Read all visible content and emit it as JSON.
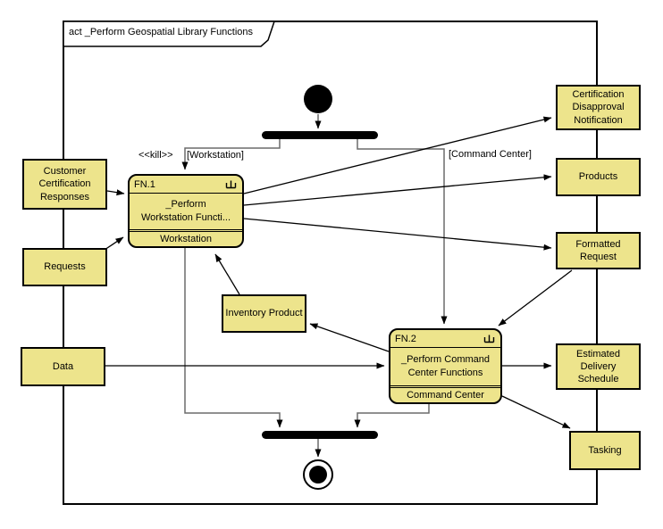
{
  "diagram": {
    "title": "act _Perform Geospatial Library Functions",
    "labels": {
      "kill": "<<kill>>",
      "workstation_guard": "[Workstation]",
      "command_center_guard": "[Command Center]"
    },
    "actions": {
      "fn1": {
        "id": "FN.1",
        "name": "_Perform\nWorkstation Functi...",
        "allocation": "Workstation"
      },
      "fn2": {
        "id": "FN.2",
        "name": "_Perform Command\nCenter Functions",
        "allocation": "Command Center"
      }
    },
    "objects": {
      "customer_certification_responses": {
        "label": "Customer Certification Responses"
      },
      "requests": {
        "label": "Requests"
      },
      "data": {
        "label": "Data"
      },
      "inventory_product": {
        "label": "Inventory Product"
      },
      "certification_disapproval_notification": {
        "label": "Certification Disapproval Notification"
      },
      "products": {
        "label": "Products"
      },
      "formatted_request": {
        "label": "Formatted Request"
      },
      "estimated_delivery_schedule": {
        "label": "Estimated Delivery Schedule"
      },
      "tasking": {
        "label": "Tasking"
      }
    },
    "colors": {
      "node_fill": "#EDE48C",
      "node_border": "#000000",
      "control_flow": "#6B6B6B",
      "object_flow": "#000000"
    }
  }
}
